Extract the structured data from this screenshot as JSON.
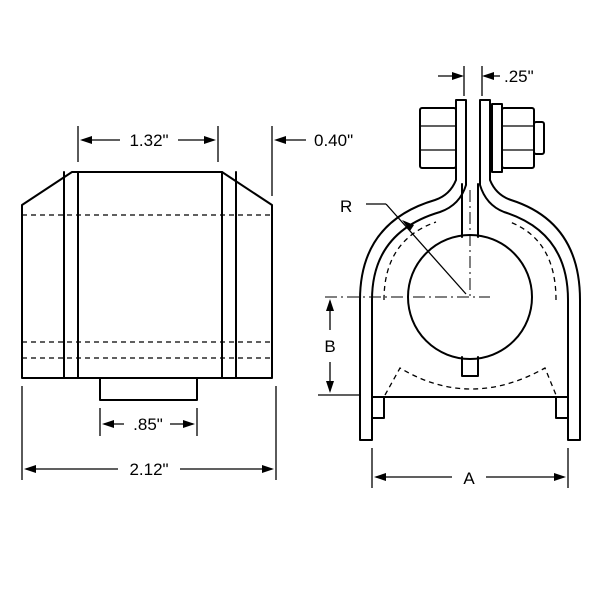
{
  "dimensions": {
    "flange_width": "1.32\"",
    "taper": "0.40\"",
    "bolt_gap": ".25\"",
    "base_tab": ".85\"",
    "overall_length": "2.12\"",
    "radius_label": "R",
    "height_label": "B",
    "width_label": "A"
  }
}
